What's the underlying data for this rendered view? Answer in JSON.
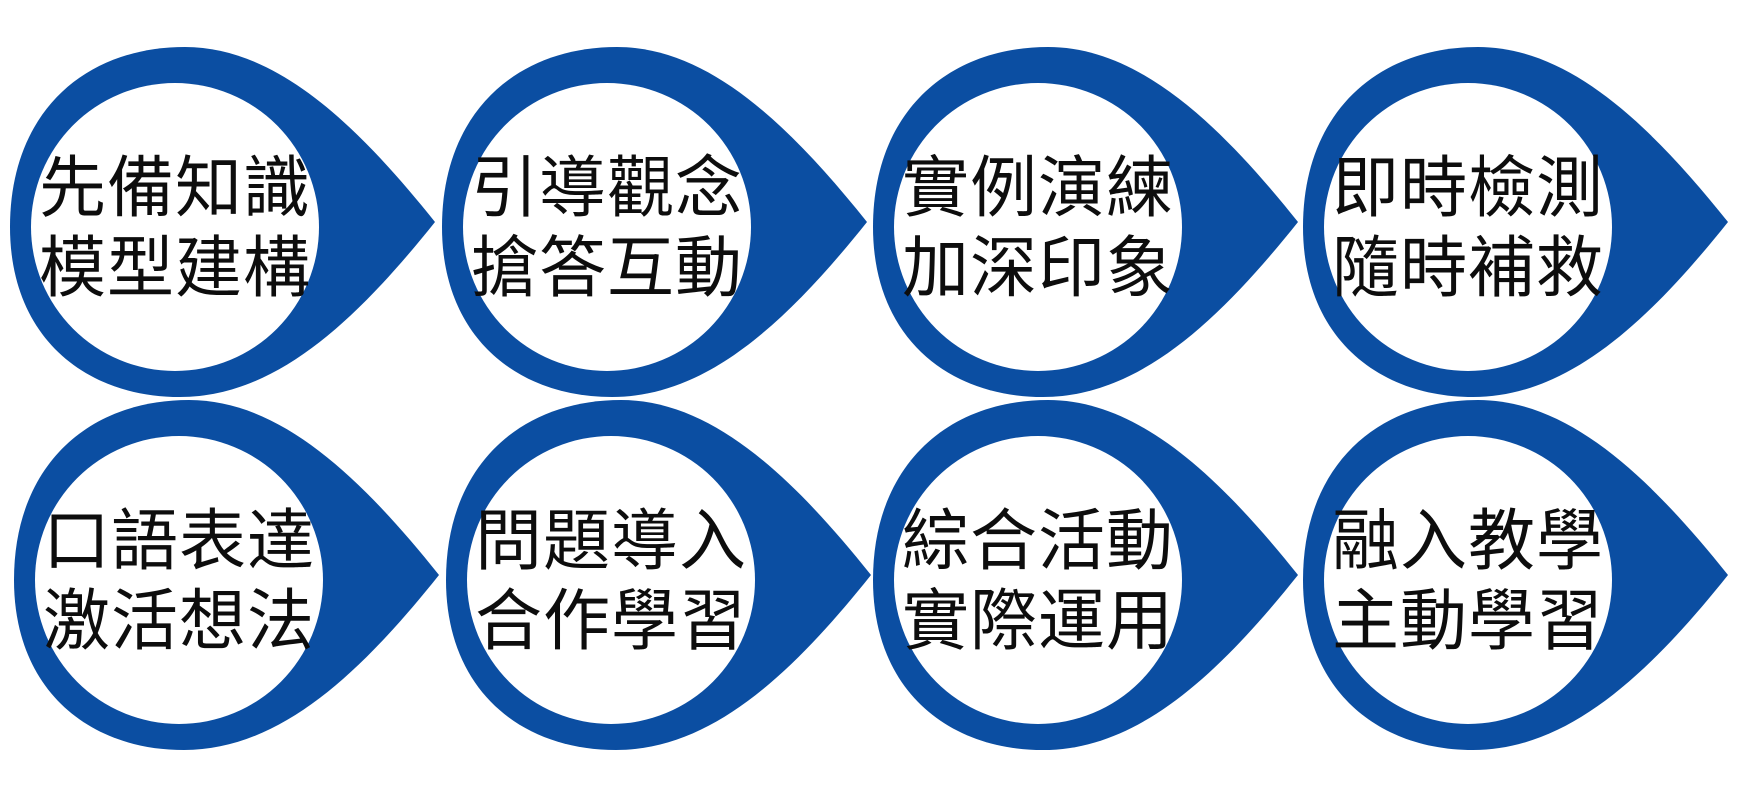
{
  "colors": {
    "accent": "#0b4ea2",
    "circle_fill": "#ffffff",
    "text": "#0d0d0d"
  },
  "steps": [
    {
      "line1": "先備知識",
      "line2": "模型建構"
    },
    {
      "line1": "引導觀念",
      "line2": "搶答互動"
    },
    {
      "line1": "實例演練",
      "line2": "加深印象"
    },
    {
      "line1": "即時檢測",
      "line2": "隨時補救"
    },
    {
      "line1": "口語表達",
      "line2": "激活想法"
    },
    {
      "line1": "問題導入",
      "line2": "合作學習"
    },
    {
      "line1": "綜合活動",
      "line2": "實際運用"
    },
    {
      "line1": "融入教學",
      "line2": "主動學習"
    }
  ]
}
